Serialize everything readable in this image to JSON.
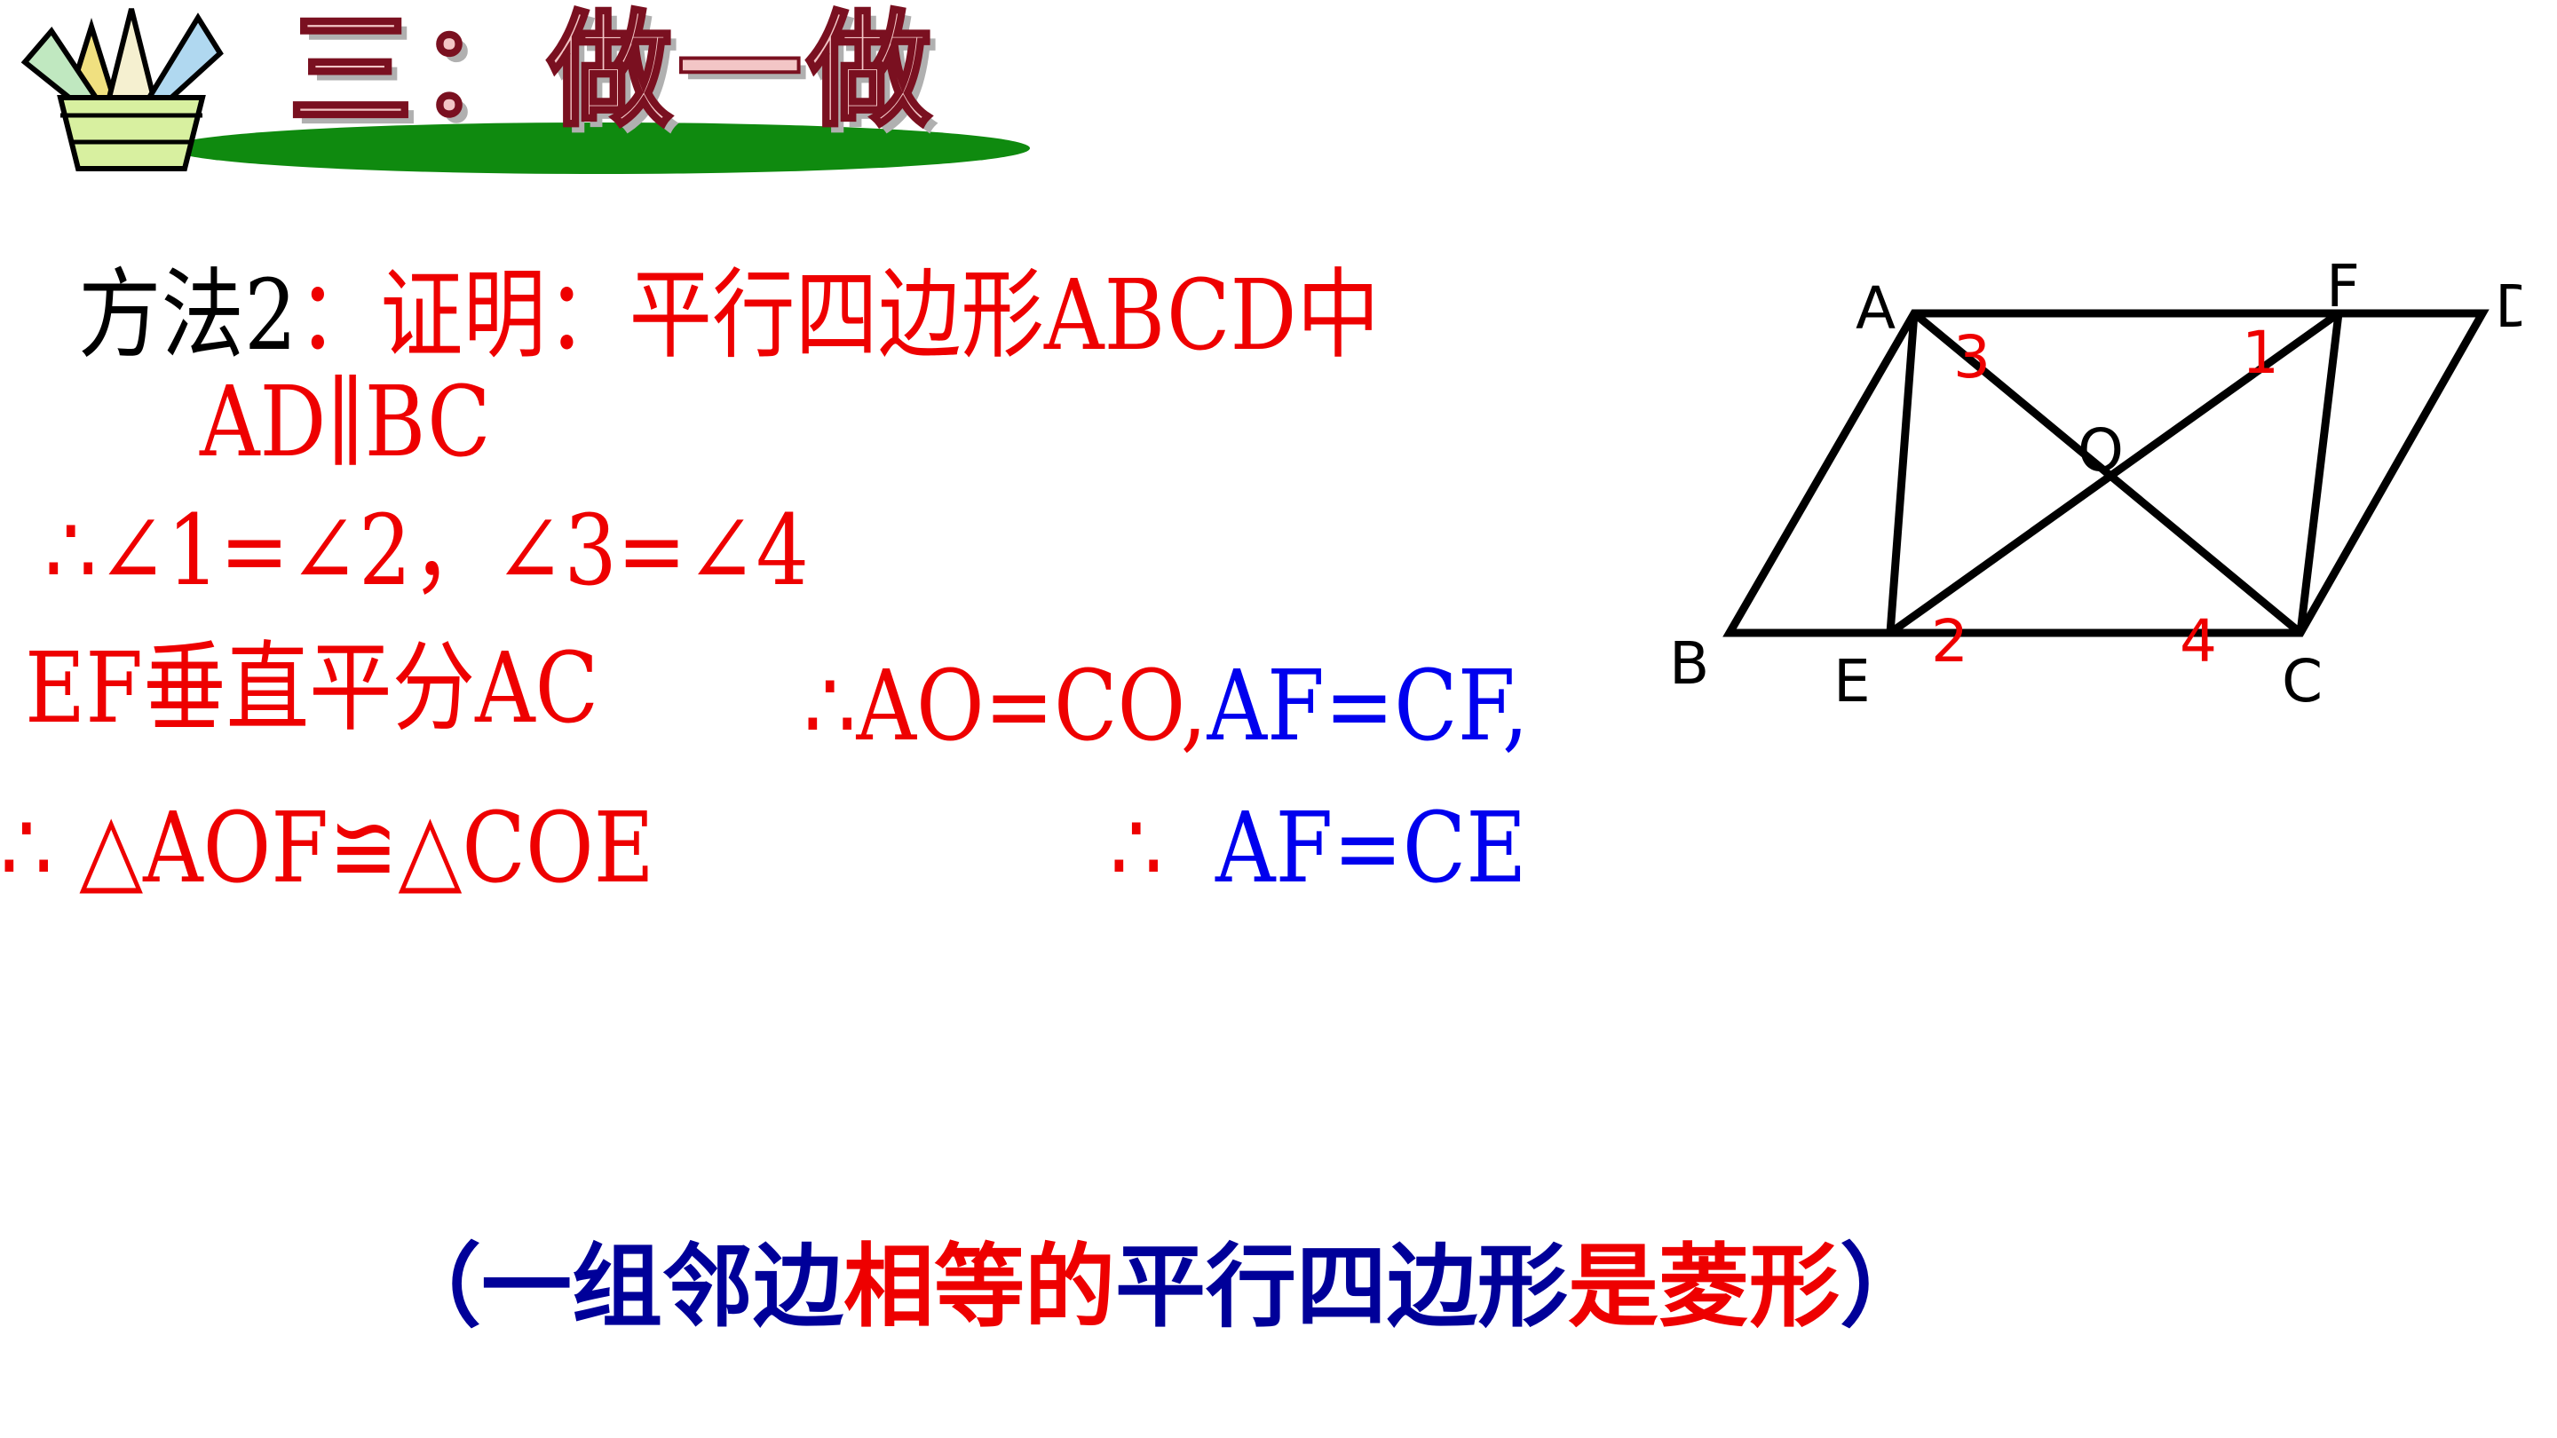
{
  "header": {
    "title": "三：做一做",
    "logo_icon": "pencil-cup-icon"
  },
  "proof": {
    "method": "方法2",
    "method_colon": "：",
    "intro": "证明：平行四边形ABCD中",
    "line_parallel": "AD∥BC",
    "line_angles": "∴∠1=∠2，∠3=∠4",
    "line_bisector": "EF垂直平分AC",
    "line_ao_a": "∴AO=CO,",
    "line_ao_b": "AF=CF,",
    "line_congruent": "∴ △AOF≌△COE",
    "line_af_ce_therefore": "∴",
    "line_af_ce": "AF=CE"
  },
  "conclusion": {
    "open": "（",
    "part1": "一组邻边",
    "part2": "相等的",
    "part3": "平行四边形",
    "part4": "是菱形",
    "close": "）"
  },
  "figure": {
    "points": {
      "A": "A",
      "B": "B",
      "C": "C",
      "D": "D",
      "E": "E",
      "F": "F",
      "O": "O"
    },
    "angles": {
      "a1": "1",
      "a2": "2",
      "a3": "3",
      "a4": "4"
    }
  },
  "colors": {
    "red": "#ee0000",
    "blue": "#0000ee",
    "navy": "#000099",
    "green_banner": "#0f8a0f"
  }
}
